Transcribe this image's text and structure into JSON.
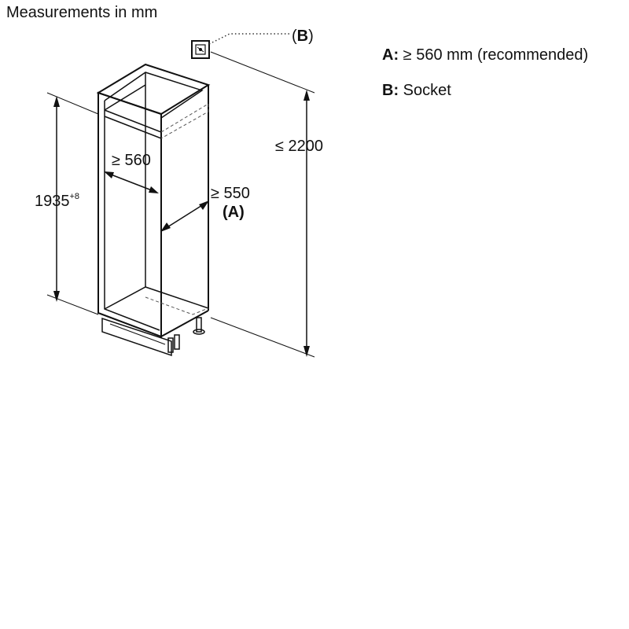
{
  "caption": "Measurements in mm",
  "dimensions": {
    "total_height": "≤ 2200",
    "niche_height": "1935",
    "niche_height_tolerance": "+8",
    "niche_width": "≥ 560",
    "niche_depth": "≥ 550",
    "depth_marker": "(A)",
    "socket_marker_open": "(",
    "socket_marker_letter": "B",
    "socket_marker_close": ")"
  },
  "legend": [
    {
      "key": "A:",
      "text": "≥ 560 mm (recommended)"
    },
    {
      "key": "B:",
      "text": "Socket"
    }
  ],
  "icons": {
    "socket": "socket-icon",
    "cabinet": "cabinet-drawing"
  }
}
